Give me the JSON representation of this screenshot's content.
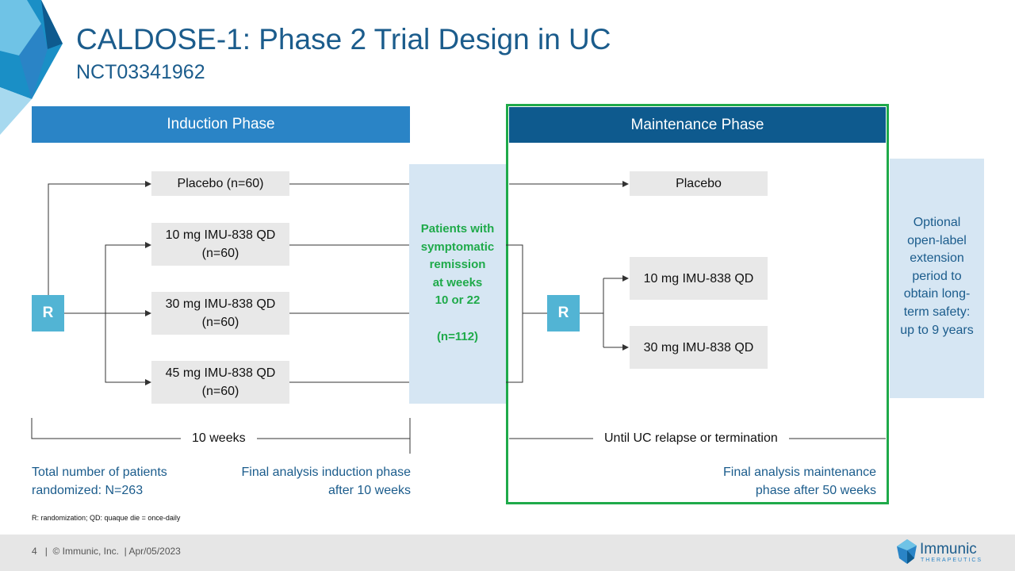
{
  "slide": {
    "title": "CALDOSE-1: Phase 2 Trial Design in UC",
    "subtitle": "NCT03341962"
  },
  "induction": {
    "header": "Induction Phase",
    "randomization_label": "R",
    "arms": [
      {
        "line1": "Placebo (n=60)",
        "line2": ""
      },
      {
        "line1": "10 mg IMU-838 QD",
        "line2": "(n=60)"
      },
      {
        "line1": "30 mg IMU-838 QD",
        "line2": "(n=60)"
      },
      {
        "line1": "45 mg IMU-838 QD",
        "line2": "(n=60)"
      }
    ],
    "duration": "10 weeks",
    "total_note": [
      "Total number of patients",
      "randomized: N=263"
    ],
    "final_note": [
      "Final analysis induction phase",
      "after 10 weeks"
    ]
  },
  "remission_box": {
    "lines": [
      "Patients with",
      "symptomatic",
      "remission",
      "at weeks",
      "10 or 22",
      "",
      "(n=112)"
    ]
  },
  "maintenance": {
    "header": "Maintenance Phase",
    "randomization_label": "R",
    "arms": [
      "Placebo",
      "10 mg IMU-838 QD",
      "30 mg IMU-838 QD"
    ],
    "duration": "Until UC relapse or termination",
    "final_note": [
      "Final analysis maintenance",
      "phase after 50 weeks"
    ]
  },
  "extension_box": {
    "lines": [
      "Optional",
      "open-label",
      "extension",
      "period to",
      "obtain long-",
      "term safety:",
      "up to 9 years"
    ]
  },
  "footnote": "R: randomization; QD: quaque die = once-daily",
  "footer": {
    "page": "4",
    "copyright": "|  © Immunic, Inc.  | Apr/05/2023",
    "logo_name": "Immunic",
    "logo_sub": "THERAPEUTICS"
  },
  "colors": {
    "title_blue": "#1b5c8c",
    "induction_header": "#2a84c6",
    "maintenance_header": "#0e5a8e",
    "maintenance_frame": "#1faa4a",
    "randomization_box": "#52b4d4",
    "arm_box": "#e8e8e8",
    "info_box": "#d6e6f3"
  }
}
